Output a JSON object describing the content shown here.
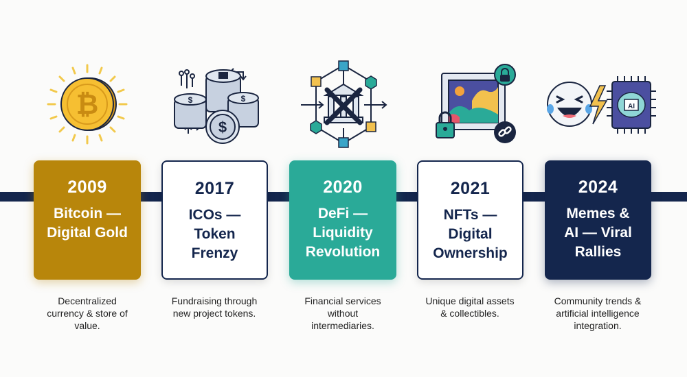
{
  "colors": {
    "gold": "#b8860b",
    "navy": "#14264d",
    "teal": "#2aaa98",
    "white": "#ffffff",
    "background": "#fbfbfa"
  },
  "milestones": [
    {
      "year": "2009",
      "title_lines": [
        "Bitcoin —",
        "Digital Gold"
      ],
      "description_lines": [
        "Decentralized",
        "currency & store of",
        "value."
      ],
      "icon": "bitcoin-coin-icon",
      "card_style": "gold"
    },
    {
      "year": "2017",
      "title_lines": [
        "ICOs —",
        "Token",
        "Frenzy"
      ],
      "description_lines": [
        "Fundraising through",
        "new project tokens."
      ],
      "icon": "coin-stacks-icon",
      "card_style": "white"
    },
    {
      "year": "2020",
      "title_lines": [
        "DeFi —",
        "Liquidity",
        "Revolution"
      ],
      "description_lines": [
        "Financial services",
        "without",
        "intermediaries."
      ],
      "icon": "decentralized-bank-network-icon",
      "card_style": "teal"
    },
    {
      "year": "2021",
      "title_lines": [
        "NFTs —",
        "Digital",
        "Ownership"
      ],
      "description_lines": [
        "Unique digital assets",
        "& collectibles."
      ],
      "icon": "nft-artwork-frame-icon",
      "card_style": "white"
    },
    {
      "year": "2024",
      "title_lines": [
        "Memes &",
        "AI — Viral",
        "Rallies"
      ],
      "description_lines": [
        "Community trends &",
        "artificial intelligence",
        "integration."
      ],
      "icon": "laughing-emoji-ai-chip-icon",
      "card_style": "navy"
    }
  ]
}
